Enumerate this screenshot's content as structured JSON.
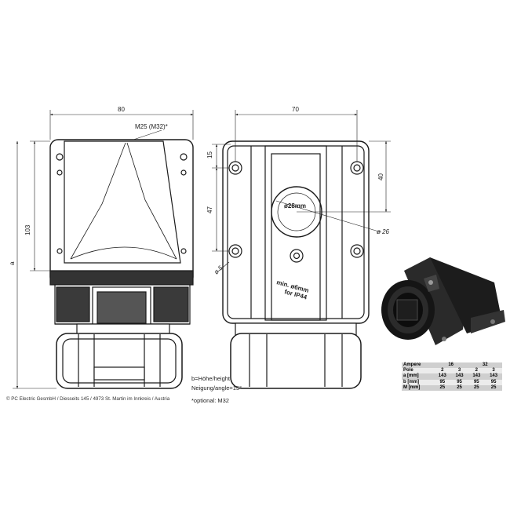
{
  "dimensions": {
    "side_width": "80",
    "front_width": "70",
    "height_a": "a",
    "height_103": "103",
    "front_15": "15",
    "front_47": "47",
    "front_40": "40"
  },
  "annotations": {
    "cable_entry": "M25 (M32)*",
    "hole_diameter": "ø28mm",
    "min_hole": "min. ø6mm",
    "for_ip44": "for IP44",
    "dia_26": "ø 26",
    "dia_5": "ø 5"
  },
  "notes": {
    "height": "b=Höhe/height",
    "angle": "Neigung/angle=15°",
    "optional": "*optional: M32"
  },
  "copyright": "© PC Electric GesmbH / Diesseits 145 / 4973 St. Martin im Innkreis / Austria",
  "table": {
    "header": [
      "Ampere",
      "16",
      "",
      "32",
      ""
    ],
    "rows": [
      [
        "Pole",
        "2",
        "3",
        "2",
        "3"
      ],
      [
        "a [mm]",
        "143",
        "143",
        "143",
        "143"
      ],
      [
        "b [mm]",
        "95",
        "95",
        "95",
        "95"
      ],
      [
        "M [mm]",
        "25",
        "25",
        "25",
        "25"
      ]
    ]
  }
}
